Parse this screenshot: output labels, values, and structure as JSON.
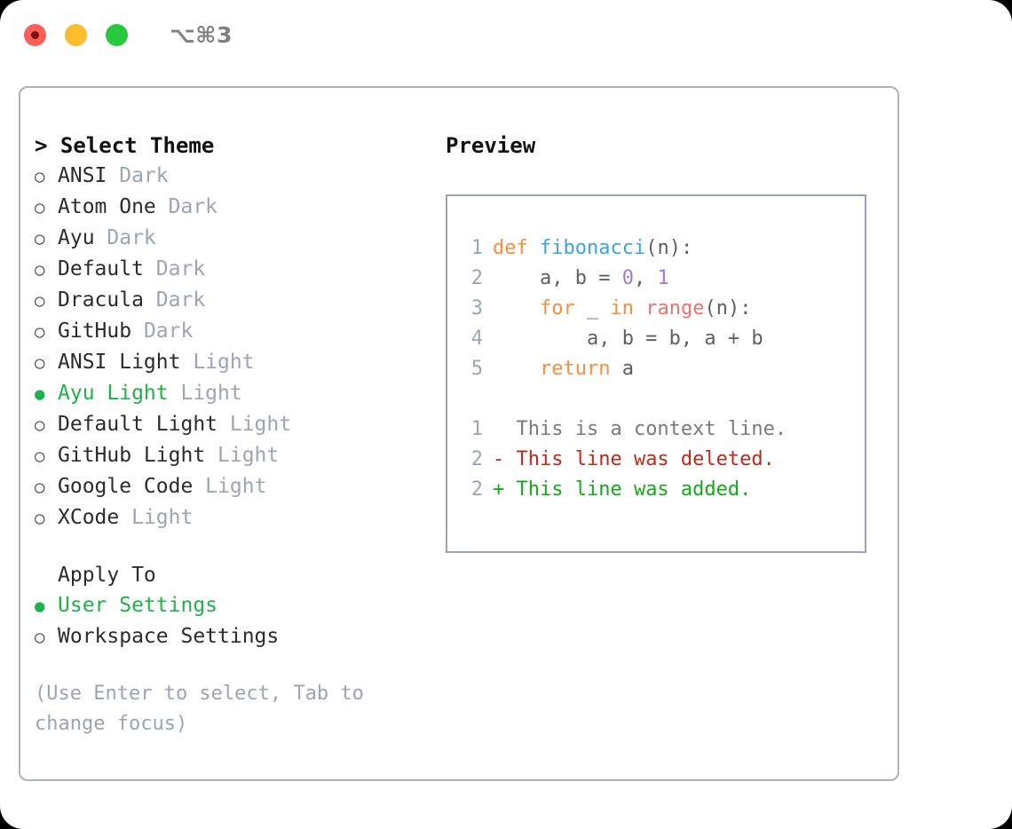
{
  "titlebar": {
    "shortcut_label": "⌥⌘3",
    "buttons": [
      {
        "name": "close",
        "color": "#fb5f57"
      },
      {
        "name": "minimize",
        "color": "#fcbc2e"
      },
      {
        "name": "maximize",
        "color": "#28c93f"
      }
    ]
  },
  "theme_panel": {
    "heading": "> Select Theme",
    "marker_selected": "●",
    "marker_unselected": "○",
    "options": [
      {
        "label": "ANSI",
        "variant": "Dark",
        "selected": false
      },
      {
        "label": "Atom One",
        "variant": "Dark",
        "selected": false
      },
      {
        "label": "Ayu",
        "variant": "Dark",
        "selected": false
      },
      {
        "label": "Default",
        "variant": "Dark",
        "selected": false
      },
      {
        "label": "Dracula",
        "variant": "Dark",
        "selected": false
      },
      {
        "label": "GitHub",
        "variant": "Dark",
        "selected": false
      },
      {
        "label": "ANSI Light",
        "variant": "Light",
        "selected": false
      },
      {
        "label": "Ayu Light",
        "variant": "Light",
        "selected": true
      },
      {
        "label": "Default Light",
        "variant": "Light",
        "selected": false
      },
      {
        "label": "GitHub Light",
        "variant": "Light",
        "selected": false
      },
      {
        "label": "Google Code",
        "variant": "Light",
        "selected": false
      },
      {
        "label": "XCode",
        "variant": "Light",
        "selected": false
      }
    ]
  },
  "apply_to": {
    "heading": "Apply To",
    "options": [
      {
        "label": "User Settings",
        "selected": true
      },
      {
        "label": "Workspace Settings",
        "selected": false
      }
    ]
  },
  "hint": "(Use Enter to select, Tab to change focus)",
  "preview": {
    "title": "Preview",
    "code_lines": [
      {
        "num": "1",
        "tokens": [
          {
            "t": "def ",
            "c": "kw"
          },
          {
            "t": "fibonacci",
            "c": "fn"
          },
          {
            "t": "(n):",
            "c": "pun"
          }
        ]
      },
      {
        "num": "2",
        "tokens": [
          {
            "t": "    a, b = ",
            "c": "var"
          },
          {
            "t": "0",
            "c": "num"
          },
          {
            "t": ", ",
            "c": "pun"
          },
          {
            "t": "1",
            "c": "num"
          }
        ]
      },
      {
        "num": "3",
        "tokens": [
          {
            "t": "    for ",
            "c": "kw"
          },
          {
            "t": "_ ",
            "c": "var"
          },
          {
            "t": "in ",
            "c": "kw"
          },
          {
            "t": "range",
            "c": "bif"
          },
          {
            "t": "(n):",
            "c": "pun"
          }
        ]
      },
      {
        "num": "4",
        "tokens": [
          {
            "t": "        a, b = b, a + b",
            "c": "var"
          }
        ]
      },
      {
        "num": "5",
        "tokens": [
          {
            "t": "    return ",
            "c": "kw"
          },
          {
            "t": "a",
            "c": "var"
          }
        ]
      }
    ],
    "diff_lines": [
      {
        "num": "1",
        "sign": " ",
        "text": " This is a context line.",
        "kind": "diff-ctx"
      },
      {
        "num": "2",
        "sign": "-",
        "text": " This line was deleted.",
        "kind": "diff-del"
      },
      {
        "num": "2",
        "sign": "+",
        "text": " This line was added.",
        "kind": "diff-add"
      }
    ]
  },
  "colors": {
    "accent_green": "#1fb24b",
    "muted": "#9aa5b5",
    "keyword": "#fa8d3e",
    "function": "#3ba5e0",
    "number": "#a37acc",
    "builtin": "#f07171",
    "diff_add": "#13ab18",
    "diff_del": "#c0281a",
    "border": "#aab3c0"
  }
}
